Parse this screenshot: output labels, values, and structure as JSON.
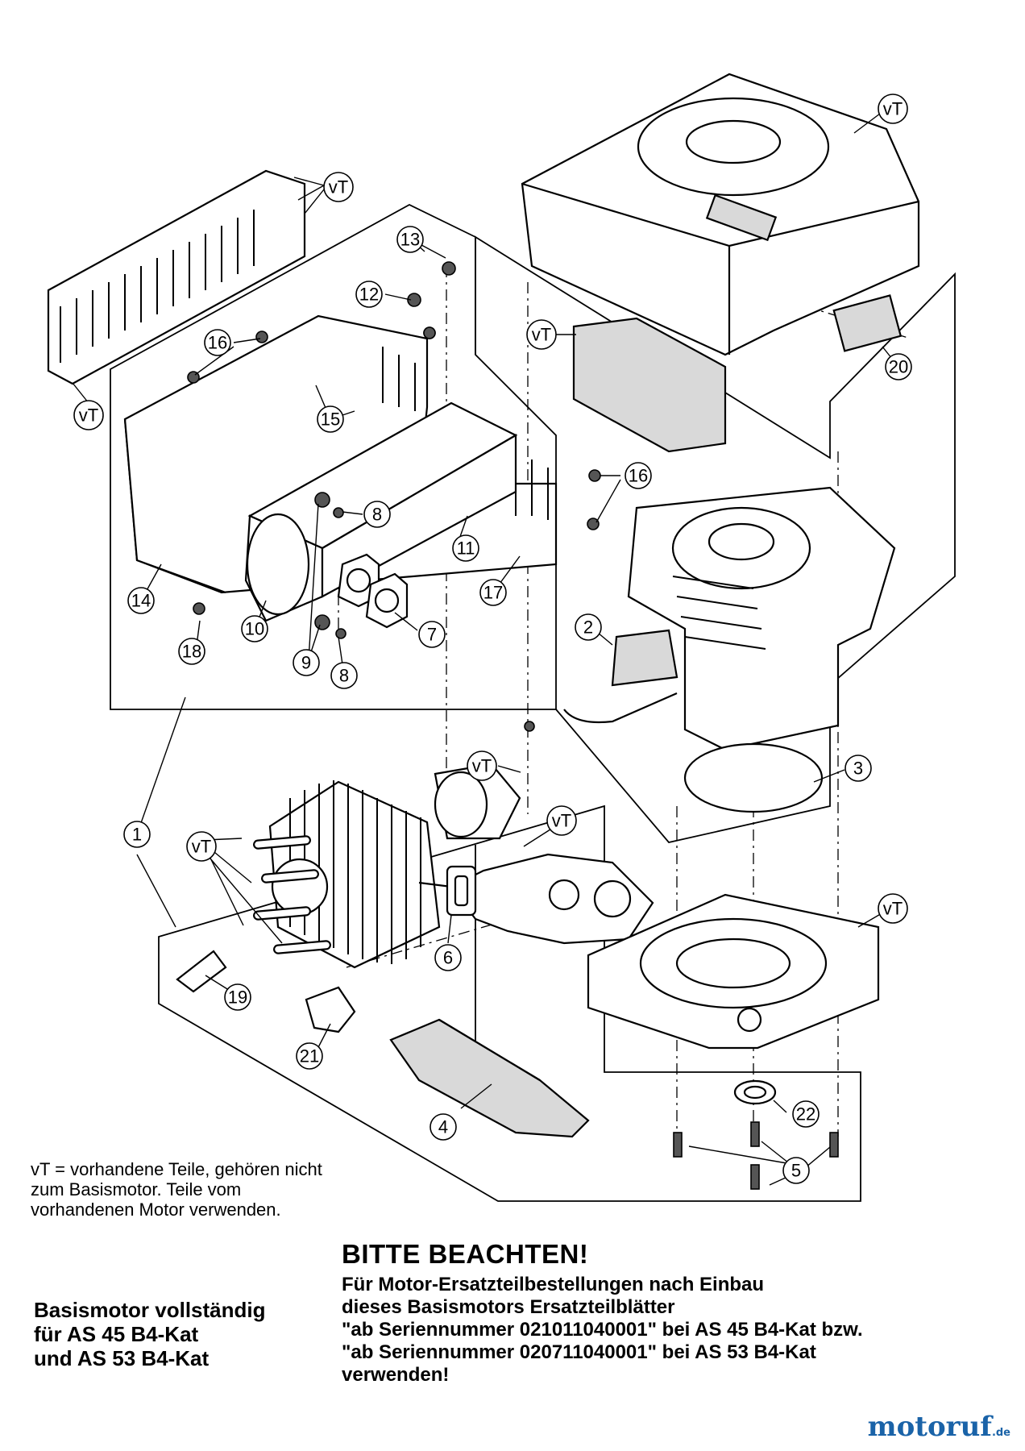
{
  "callouts": [
    {
      "label": "vT"
    },
    {
      "label": "vT"
    },
    {
      "label": "vT"
    },
    {
      "label": "vT"
    },
    {
      "label": "vT"
    },
    {
      "label": "vT"
    },
    {
      "label": "vT"
    },
    {
      "label": "vT"
    },
    {
      "label": "1"
    },
    {
      "label": "2"
    },
    {
      "label": "3"
    },
    {
      "label": "4"
    },
    {
      "label": "5"
    },
    {
      "label": "6"
    },
    {
      "label": "7"
    },
    {
      "label": "8"
    },
    {
      "label": "8"
    },
    {
      "label": "9"
    },
    {
      "label": "10"
    },
    {
      "label": "11"
    },
    {
      "label": "12"
    },
    {
      "label": "13"
    },
    {
      "label": "14"
    },
    {
      "label": "15"
    },
    {
      "label": "16"
    },
    {
      "label": "16"
    },
    {
      "label": "17"
    },
    {
      "label": "18"
    },
    {
      "label": "19"
    },
    {
      "label": "20"
    },
    {
      "label": "21"
    },
    {
      "label": "22"
    }
  ],
  "note": {
    "line1": "vT = vorhandene Teile, gehören nicht",
    "line2": "zum Basismotor. Teile vom",
    "line3": "vorhandenen Motor verwenden."
  },
  "notice": {
    "title": "BITTE BEACHTEN!",
    "line1": "Für Motor-Ersatzteilbestellungen nach Einbau",
    "line2": "dieses Basismotors Ersatzteilblätter",
    "line3": "\"ab Seriennummer 021011040001\" bei AS 45 B4-Kat bzw.",
    "line4": "\"ab Seriennummer 020711040001\" bei AS 53 B4-Kat",
    "line5": "verwenden!"
  },
  "basis": {
    "line1": "Basismotor vollständig",
    "line2": "für AS 45 B4-Kat",
    "line3": "und AS 53 B4-Kat"
  },
  "logo": {
    "name_main": "motoruf",
    "name_tld": ".de"
  }
}
